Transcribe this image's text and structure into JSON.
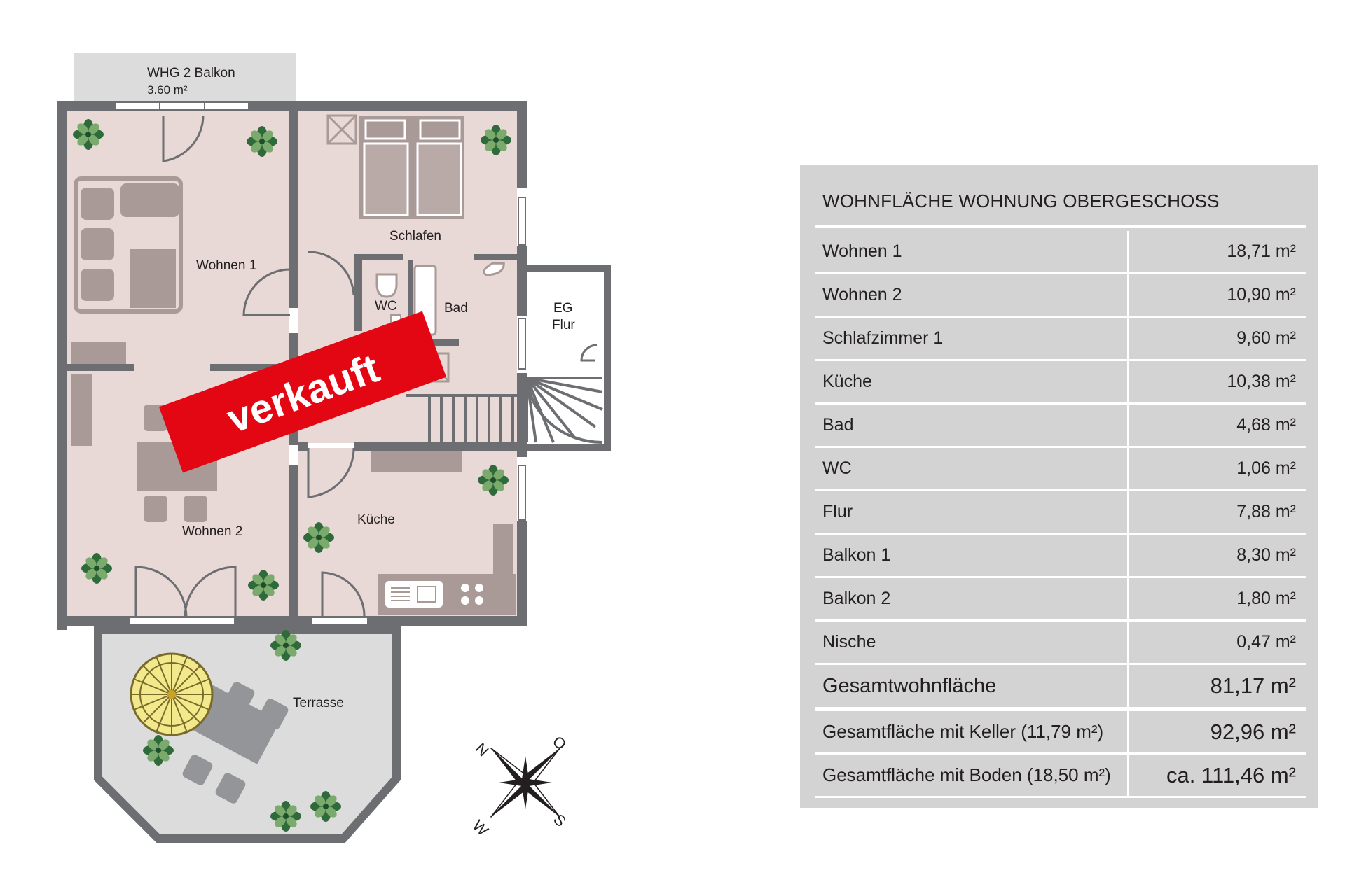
{
  "balcony_label": "WHG 2 Balkon",
  "balcony_area": "3.60 m²",
  "rooms": {
    "wohnen1": "Wohnen 1",
    "schlafen": "Schlafen",
    "wc": "WC",
    "bad": "Bad",
    "eg_line1": "EG",
    "eg_line2": "Flur",
    "wohnen2": "Wohnen 2",
    "kueche": "Küche",
    "terrasse": "Terrasse"
  },
  "sold_stamp": "verkauft",
  "compass": {
    "n": "N",
    "o": "O",
    "s": "S",
    "w": "W"
  },
  "colors": {
    "room_fill": "#e8d8d6",
    "wall": "#6d6e71",
    "stamp": "#e30613",
    "panel": "#d3d3d4"
  },
  "table": {
    "title": "WOHNFLÄCHE WOHNUNG OBERGESCHOSS",
    "rows": [
      {
        "label": "Wohnen 1",
        "value": "18,71 m²"
      },
      {
        "label": "Wohnen 2",
        "value": "10,90 m²"
      },
      {
        "label": "Schlafzimmer 1",
        "value": "9,60 m²"
      },
      {
        "label": "Küche",
        "value": "10,38 m²"
      },
      {
        "label": "Bad",
        "value": "4,68 m²"
      },
      {
        "label": "WC",
        "value": "1,06 m²"
      },
      {
        "label": "Flur",
        "value": "7,88 m²"
      },
      {
        "label": "Balkon 1",
        "value": "8,30 m²"
      },
      {
        "label": "Balkon 2",
        "value": "1,80 m²"
      },
      {
        "label": "Nische",
        "value": "0,47 m²"
      }
    ],
    "total": {
      "label": "Gesamtwohnfläche",
      "value": "81,17 m²"
    },
    "with_cellar": {
      "label": "Gesamtfläche mit Keller (11,79 m²)",
      "value": "92,96 m²"
    },
    "with_attic": {
      "label": "Gesamtfläche mit Boden (18,50 m²)",
      "value": "ca. 111,46 m²"
    }
  }
}
